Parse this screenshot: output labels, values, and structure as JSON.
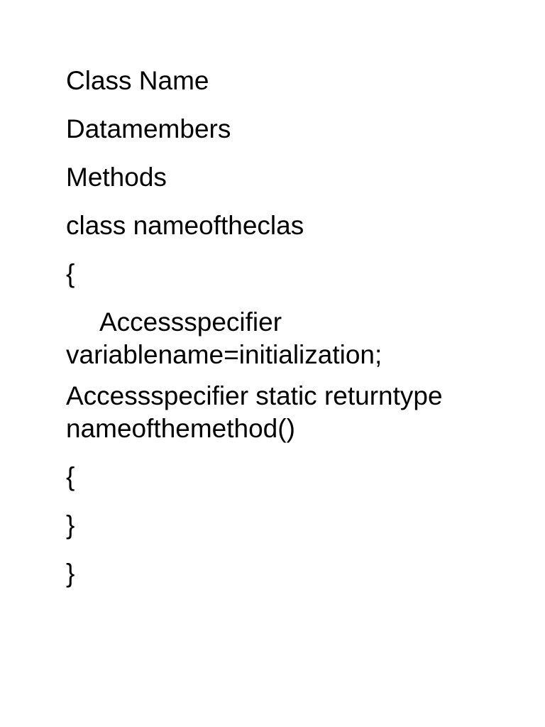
{
  "document": {
    "lines": [
      "Class Name",
      "Datamembers",
      "Methods",
      "class nameoftheclas",
      "{",
      "Accessspecifier variablename=initialization;",
      "Accessspecifier static returntype nameofthemethod()",
      "{",
      "}",
      "}"
    ]
  }
}
